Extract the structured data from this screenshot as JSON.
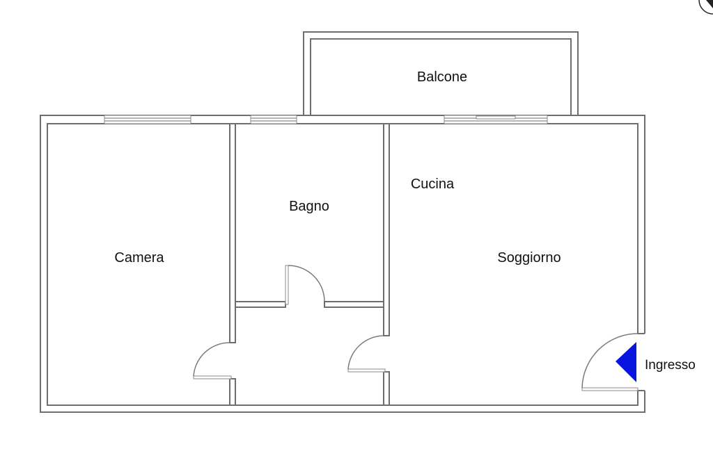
{
  "floor_plan": {
    "rooms": {
      "balcone": "Balcone",
      "cucina": "Cucina",
      "bagno": "Bagno",
      "camera": "Camera",
      "soggiorno": "Soggiorno"
    },
    "entrance": {
      "label": "Ingresso",
      "marker_color": "#0a14e0"
    },
    "compass_icon": "compass-icon"
  }
}
